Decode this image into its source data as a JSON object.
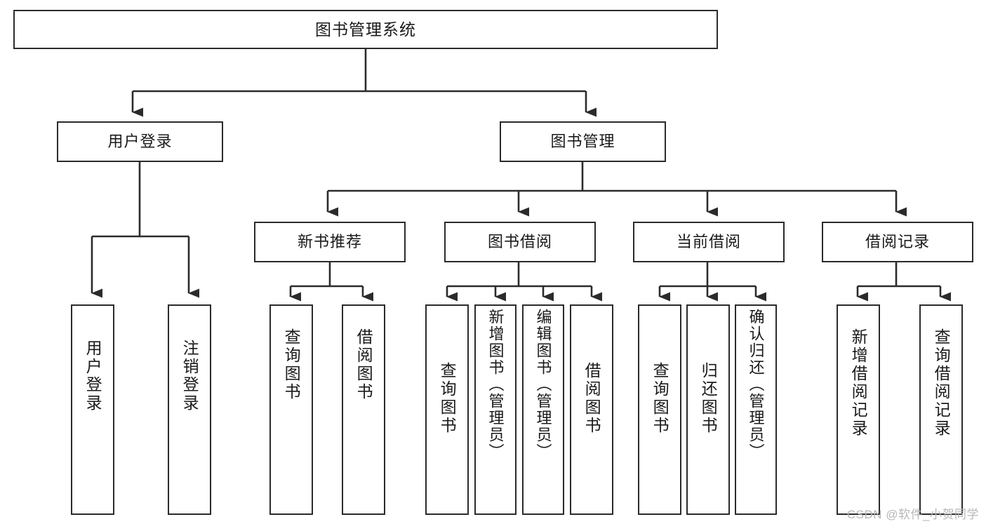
{
  "diagram": {
    "title": "图书管理系统",
    "type": "tree",
    "orientation": "top-down",
    "colors": {
      "box_stroke": "#2b2b2b",
      "box_fill": "#ffffff",
      "edge": "#2b2b2b",
      "text": "#1a1a1a",
      "watermark": "#b6b6b6",
      "background": "#ffffff"
    },
    "root": {
      "label": "图书管理系统"
    },
    "level1": [
      {
        "label": "用户登录"
      },
      {
        "label": "图书管理"
      }
    ],
    "level2": [
      {
        "label": "新书推荐"
      },
      {
        "label": "图书借阅"
      },
      {
        "label": "当前借阅"
      },
      {
        "label": "借阅记录"
      }
    ],
    "leaves": {
      "user_login": [
        {
          "label": "用户登录"
        },
        {
          "label": "注销登录"
        }
      ],
      "new_book": [
        {
          "label": "查询图书"
        },
        {
          "label": "借阅图书"
        }
      ],
      "borrow": [
        {
          "label": "查询图书"
        },
        {
          "label": "新增图书（管理员）"
        },
        {
          "label": "编辑图书（管理员）"
        },
        {
          "label": "借阅图书"
        }
      ],
      "current": [
        {
          "label": "查询图书"
        },
        {
          "label": "归还图书"
        },
        {
          "label": "确认归还（管理员）"
        }
      ],
      "records": [
        {
          "label": "新增借阅记录"
        },
        {
          "label": "查询借阅记录"
        }
      ]
    }
  },
  "watermark": {
    "text": "CSDN @软件_小贺同学"
  }
}
